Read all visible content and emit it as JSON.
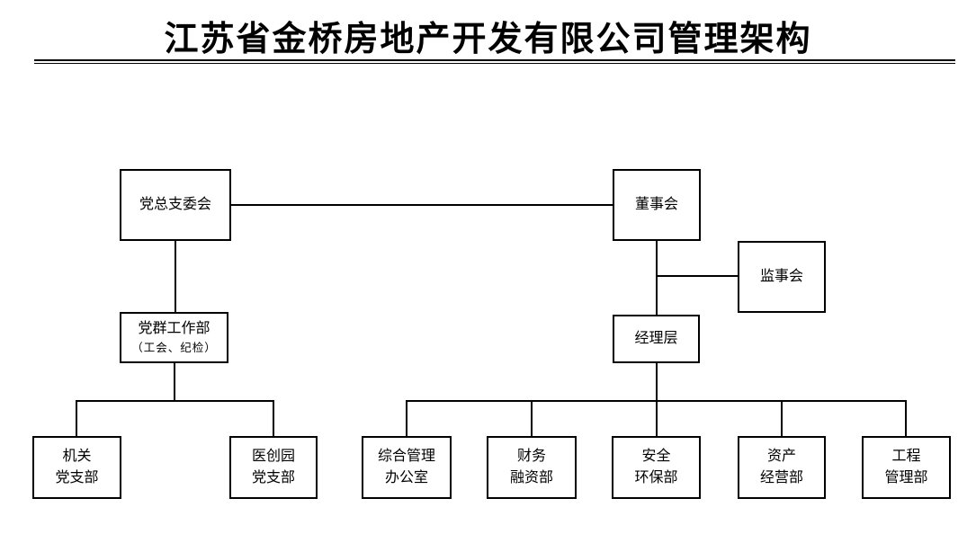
{
  "page": {
    "title": "江苏省金桥房地产开发有限公司管理架构",
    "background_color": "#ffffff",
    "line_color": "#000000",
    "text_color": "#000000"
  },
  "org_chart": {
    "type": "org-tree",
    "nodes": {
      "party_committee": {
        "label": "党总支委会"
      },
      "board_of_directors": {
        "label": "董事会"
      },
      "supervisory_board": {
        "label": "监事会"
      },
      "party_mass_work_dept": {
        "label": "党群工作部",
        "sublabel": "（工会、纪检）"
      },
      "management_team": {
        "label": "经理层"
      },
      "organ_party_branch": {
        "line1": "机关",
        "line2": "党支部"
      },
      "yichuangyuan_party_branch": {
        "line1": "医创园",
        "line2": "党支部"
      },
      "general_admin_office": {
        "line1": "综合管理",
        "line2": "办公室"
      },
      "finance_financing_dept": {
        "line1": "财务",
        "line2": "融资部"
      },
      "safety_environment_dept": {
        "line1": "安全",
        "line2": "环保部"
      },
      "asset_operation_dept": {
        "line1": "资产",
        "line2": "经营部"
      },
      "engineering_management_dept": {
        "line1": "工程",
        "line2": "管理部"
      }
    },
    "edges": [
      {
        "from": "party_committee",
        "to": "board_of_directors",
        "shape": "horizontal"
      },
      {
        "from": "party_committee",
        "to": "party_mass_work_dept",
        "shape": "vertical"
      },
      {
        "from": "board_of_directors",
        "to": "supervisory_board",
        "shape": "elbow"
      },
      {
        "from": "board_of_directors",
        "to": "management_team",
        "shape": "vertical"
      },
      {
        "from": "party_mass_work_dept",
        "to": "organ_party_branch",
        "shape": "rail"
      },
      {
        "from": "party_mass_work_dept",
        "to": "yichuangyuan_party_branch",
        "shape": "rail"
      },
      {
        "from": "management_team",
        "to": "general_admin_office",
        "shape": "rail"
      },
      {
        "from": "management_team",
        "to": "finance_financing_dept",
        "shape": "rail"
      },
      {
        "from": "management_team",
        "to": "safety_environment_dept",
        "shape": "rail"
      },
      {
        "from": "management_team",
        "to": "asset_operation_dept",
        "shape": "rail"
      },
      {
        "from": "management_team",
        "to": "engineering_management_dept",
        "shape": "rail"
      }
    ]
  }
}
